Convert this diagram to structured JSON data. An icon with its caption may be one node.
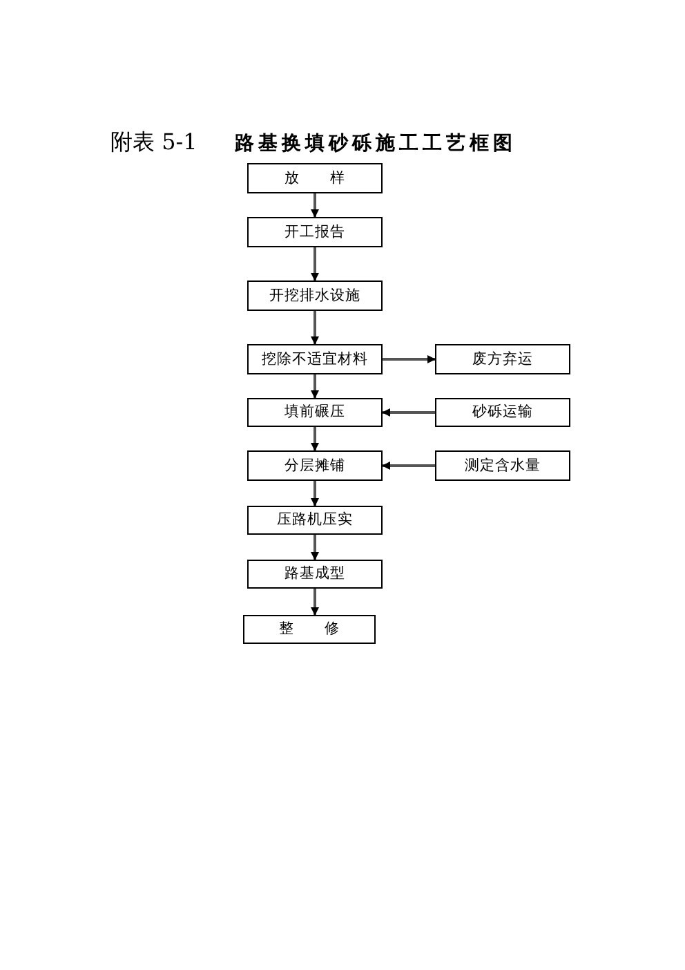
{
  "diagram": {
    "title": "附表 5-1 **路基换填砂砾施工工艺框图**",
    "nodes": [
      {
        "text": [
          "放 样"
        ]
      },
      {
        "text": [
          "开工报告"
        ]
      },
      {
        "text": [
          "开挖排水设施"
        ]
      },
      {
        "text": [
          "挖除不适宜材料"
        ]
      },
      {
        "text": [
          "废方弃运"
        ]
      },
      {
        "text": [
          "填前碾压"
        ]
      },
      {
        "text": [
          "砂砾运输"
        ]
      },
      {
        "text": [
          "分层摊铺"
        ]
      },
      {
        "text": [
          "测定含水量"
        ]
      },
      {
        "text": [
          "压路机压实"
        ]
      },
      {
        "text": [
          "路基成型"
        ]
      },
      {
        "text": [
          "整 修"
        ]
      }
    ],
    "edges": [
      {
        "from": 0,
        "to": 1,
        "arrow": "to"
      },
      {
        "from": 1,
        "to": 2,
        "arrow": "to"
      },
      {
        "from": 2,
        "to": 3,
        "arrow": "to"
      },
      {
        "from": 3,
        "to": 4,
        "arrow": "to"
      },
      {
        "from": 3,
        "to": 5,
        "arrow": "to"
      },
      {
        "from": 6,
        "to": 5,
        "arrow": "to"
      },
      {
        "from": 5,
        "to": 7,
        "arrow": "to"
      },
      {
        "from": 8,
        "to": 7,
        "arrow": "to"
      },
      {
        "from": 7,
        "to": 9,
        "arrow": "to"
      },
      {
        "from": 9,
        "to": 10,
        "arrow": "to"
      },
      {
        "from": 10,
        "to": 11,
        "arrow": "to"
      }
    ]
  }
}
